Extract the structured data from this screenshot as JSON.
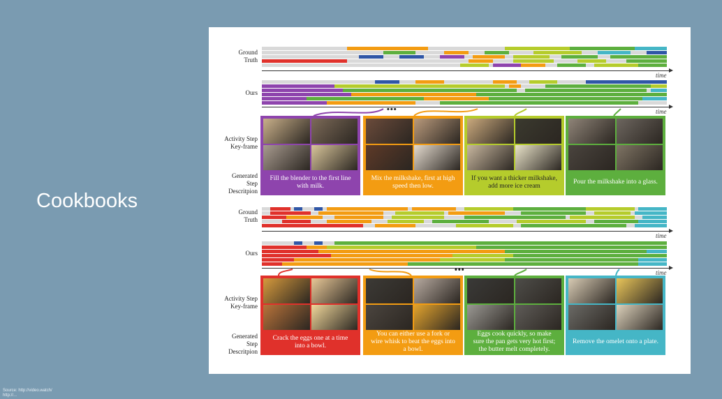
{
  "slide": {
    "title": "Cookbooks",
    "source_line1": "Source: http://video.watch/",
    "source_line2": "http://..."
  },
  "labels": {
    "ground_truth_1": "Ground",
    "ground_truth_2": "Truth",
    "ours": "Ours",
    "key_frame_1": "Activity Step",
    "key_frame_2": "Key-frame",
    "generated_1": "Generated",
    "generated_2": "Step",
    "generated_3": "Descritpion",
    "time": "time",
    "dots": "•••"
  },
  "colors": {
    "background": "#7a9bb1",
    "purple": "#8e44ad",
    "orange": "#f39c12",
    "lime": "#b5cc2c",
    "green": "#5daf3e",
    "red": "#e0312b",
    "teal": "#45b6c6",
    "blue": "#2f56a6",
    "gray": "#d9d9d9"
  },
  "milkshake_steps": [
    {
      "text": "Fill the blender to the first line with milk.",
      "color": "#8e44ad",
      "text_color": "#ffffff"
    },
    {
      "text": "Mix the milkshake, first at high speed then low.",
      "color": "#f39c12",
      "text_color": "#ffffff"
    },
    {
      "text": "If you want a thicker milkshake, add more ice cream",
      "color": "#b5cc2c",
      "text_color": "#222222"
    },
    {
      "text": "Pour the milkshake into a glass.",
      "color": "#5daf3e",
      "text_color": "#ffffff"
    }
  ],
  "omelet_steps": [
    {
      "text": "Crack the eggs one at a time into a bowl.",
      "color": "#e0312b",
      "text_color": "#ffffff"
    },
    {
      "text": "You can either use a fork or wire whisk to beat the eggs into a bowl.",
      "color": "#f39c12",
      "text_color": "#ffffff"
    },
    {
      "text": "Eggs cook quickly, so make sure the pan gets very hot first; the butter melt completely.",
      "color": "#5daf3e",
      "text_color": "#ffffff"
    },
    {
      "text": "Remove the omelet onto a plate.",
      "color": "#45b6c6",
      "text_color": "#ffffff"
    }
  ]
}
